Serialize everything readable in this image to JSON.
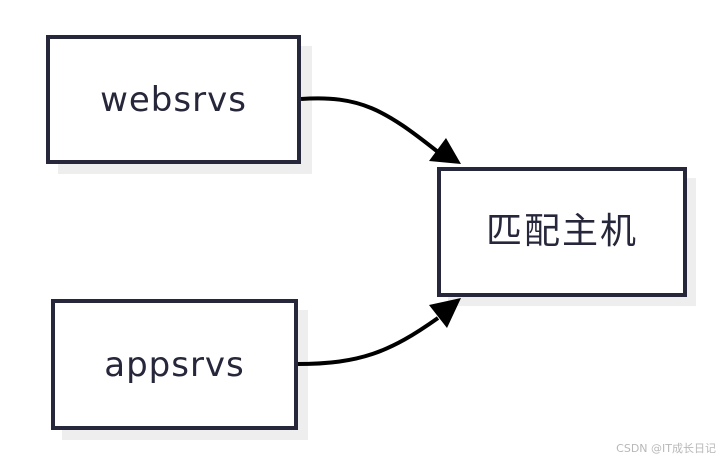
{
  "diagram": {
    "nodes": [
      {
        "id": "webs",
        "label": "websrvs"
      },
      {
        "id": "apps",
        "label": "appsrvs"
      },
      {
        "id": "target",
        "label": "匹配主机"
      }
    ],
    "edges": [
      {
        "from": "websrvs",
        "to": "匹配主机"
      },
      {
        "from": "appsrvs",
        "to": "匹配主机"
      }
    ],
    "colors": {
      "node_border": "#27273b",
      "node_text": "#27273b",
      "edge": "#000000",
      "shadow": "#eeeeee",
      "background": "#ffffff"
    }
  },
  "watermark": "CSDN @IT成长日记"
}
